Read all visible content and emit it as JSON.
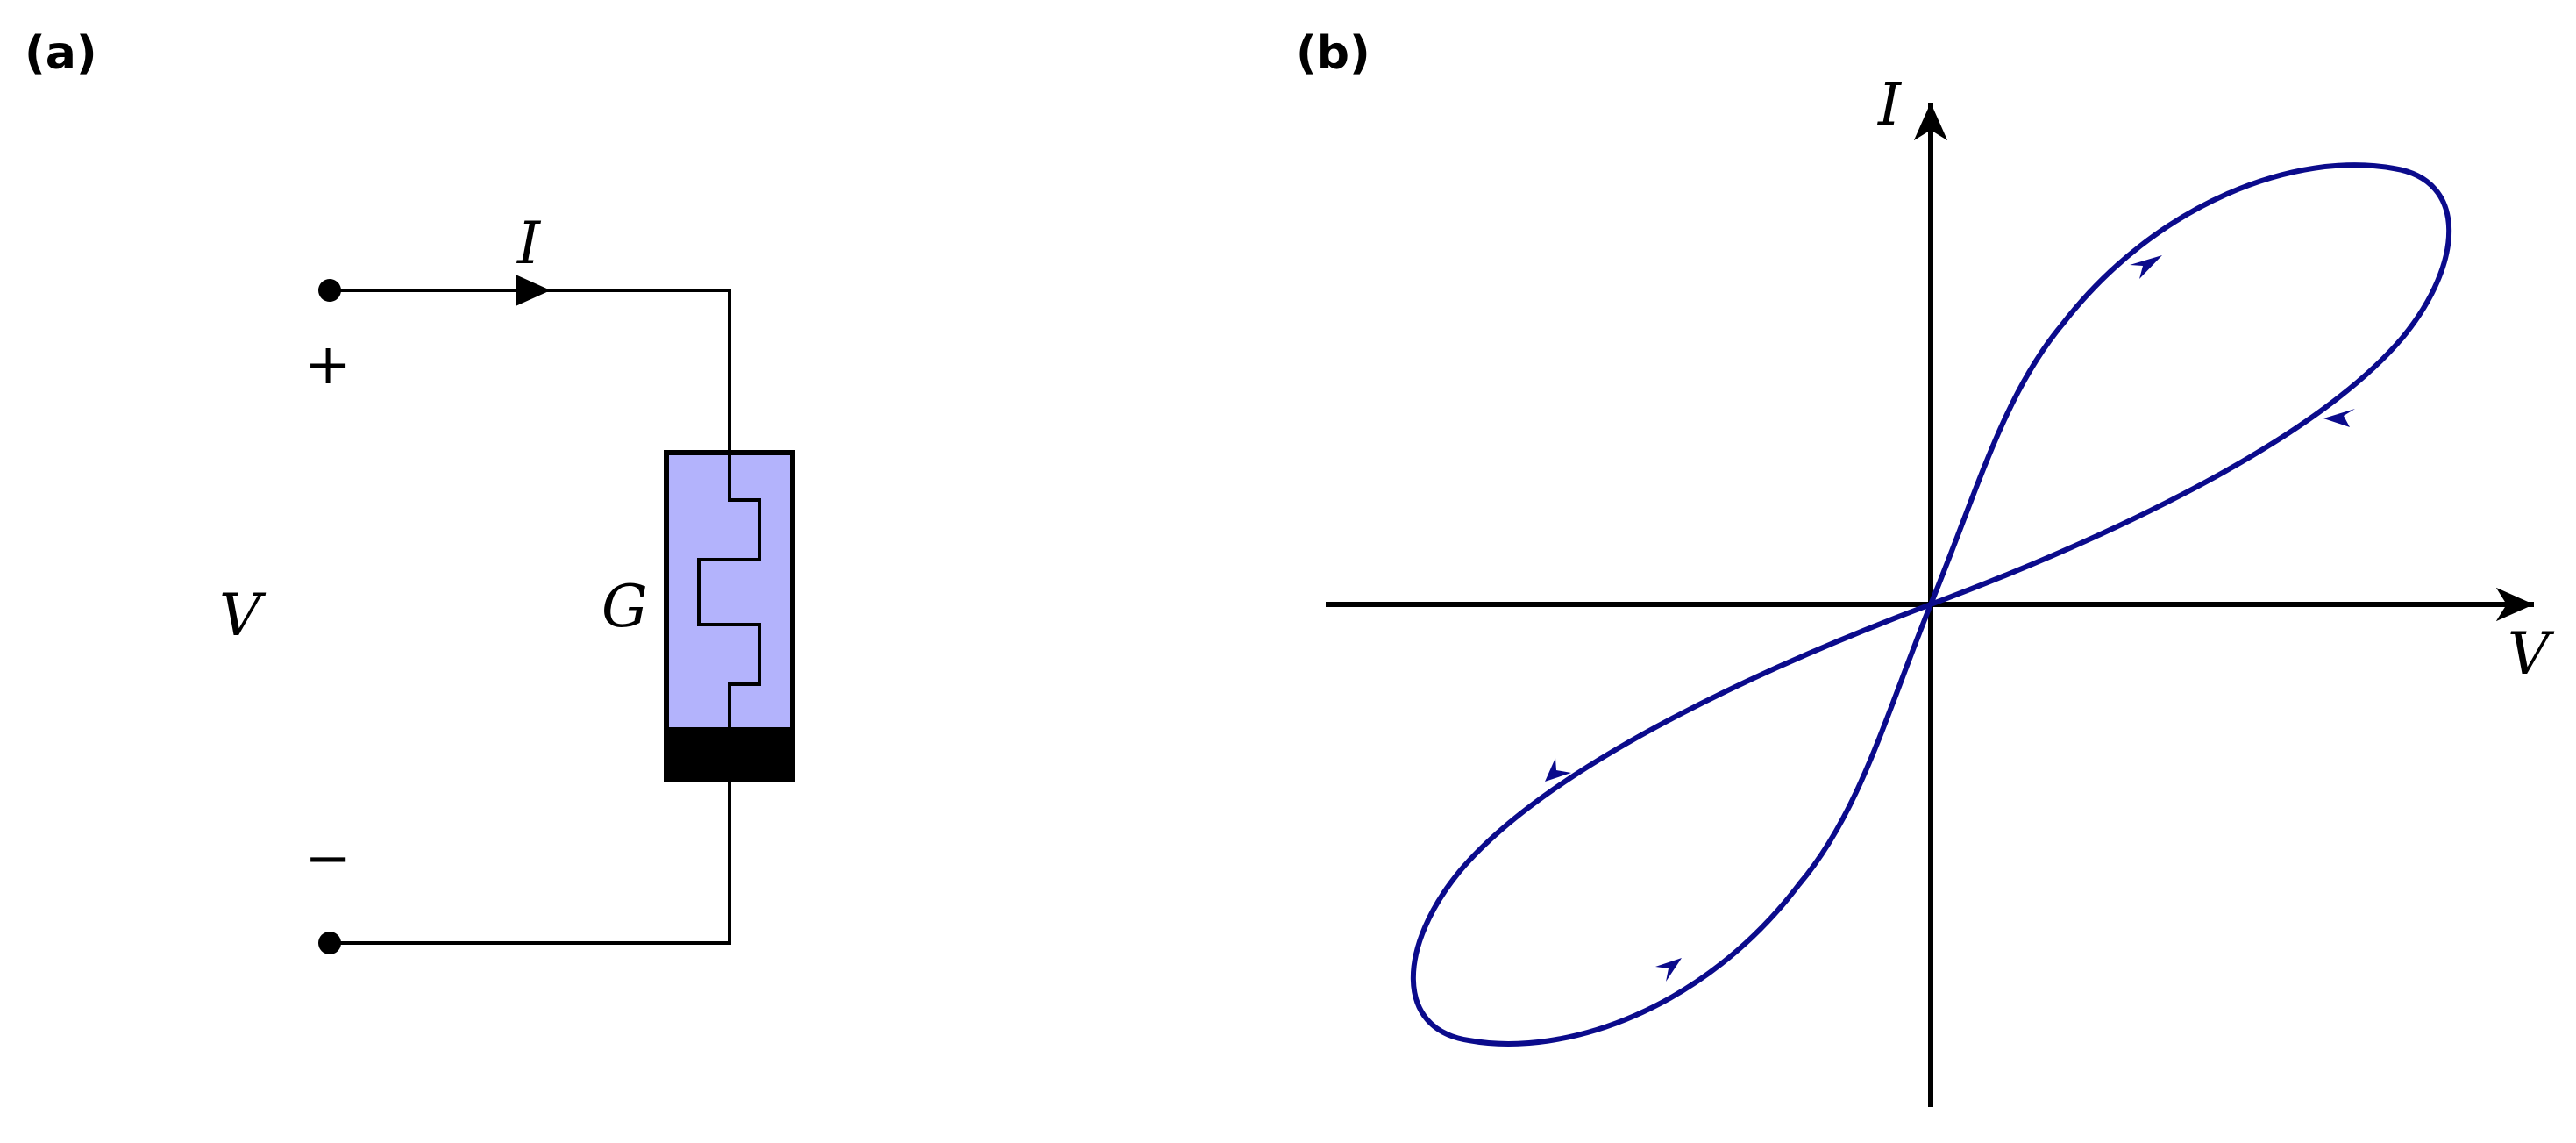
{
  "panel_a": {
    "label": "(a)",
    "current_label": "I",
    "voltage_label": "V",
    "element_label": "G",
    "plus_sign": "+",
    "minus_sign": "−",
    "element_fill": "#b3b3fc",
    "terminal_fill": "#000000"
  },
  "panel_b": {
    "label": "(b)",
    "y_axis_label": "I",
    "x_axis_label": "V",
    "curve_color": "#0b0b8c"
  }
}
